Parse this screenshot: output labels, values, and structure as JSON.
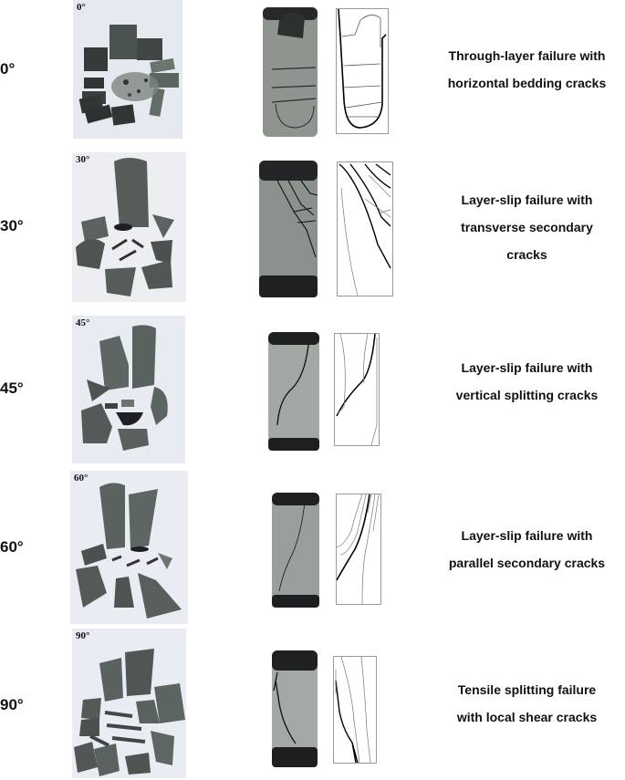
{
  "figure": {
    "rows": [
      {
        "angle": "0°",
        "photo_tag": "0°",
        "description_lines": [
          "Through-layer failure with",
          "horizontal bedding cracks"
        ]
      },
      {
        "angle": "30°",
        "photo_tag": "30°",
        "description_lines": [
          "Layer-slip failure with",
          "transverse secondary",
          "cracks"
        ]
      },
      {
        "angle": "45°",
        "photo_tag": "45°",
        "description_lines": [
          "Layer-slip failure with",
          "vertical splitting cracks"
        ]
      },
      {
        "angle": "60°",
        "photo_tag": "60°",
        "description_lines": [
          "Layer-slip failure with",
          "parallel secondary cracks"
        ]
      },
      {
        "angle": "90°",
        "photo_tag": "90°",
        "description_lines": [
          "Tensile splitting failure",
          "with local shear cracks"
        ]
      }
    ]
  },
  "colors": {
    "rock": "#6b706c",
    "rock_dark": "#3f4442",
    "specimen_face": "#8d948f",
    "end_cap": "#1e1f21",
    "background_photo": "#e6e9f0",
    "sketch_border": "#999999"
  }
}
